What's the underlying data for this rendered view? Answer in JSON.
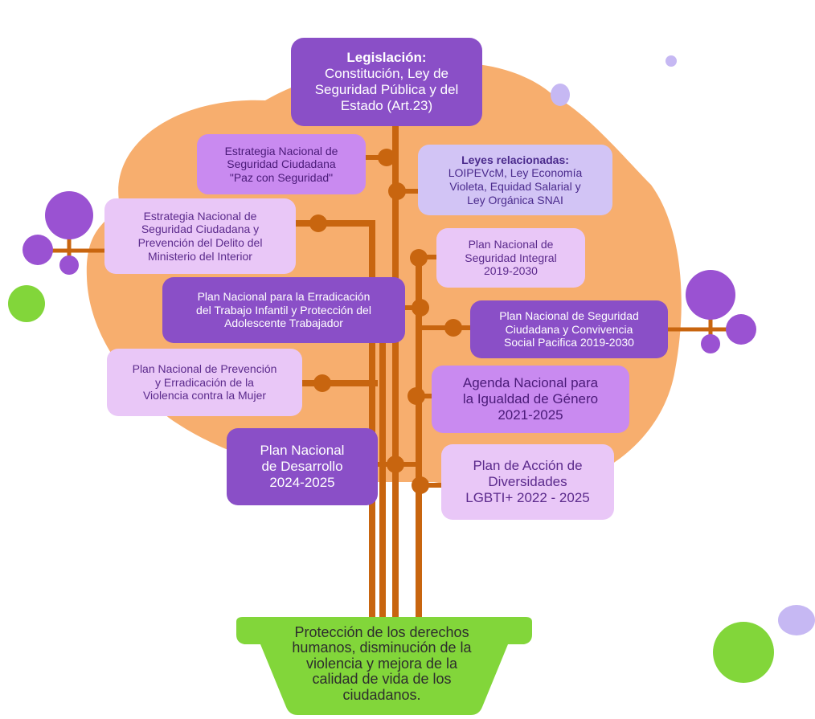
{
  "colors": {
    "blob": "#f7ae6e",
    "trunk": "#c8650f",
    "dark_purple": "#8a4fc7",
    "mid_purple": "#c98af0",
    "light_purple": "#e9c7f7",
    "lavender": "#d2c4f5",
    "green": "#82d63a",
    "pale_lavender": "#c6b8f3"
  },
  "root": {
    "title": "Legislación:",
    "lines": [
      "Constitución, Ley de",
      "Seguridad Pública y del",
      "Estado (Art.23)"
    ]
  },
  "leyes": {
    "title": "Leyes relacionadas:",
    "lines": [
      "LOIPEVcM, Ley Economía",
      "Violeta, Equidad Salarial y",
      "Ley Orgánica SNAI"
    ]
  },
  "branches": {
    "estrategia_paz": [
      "Estrategia Nacional de",
      "Seguridad Ciudadana",
      "\"Paz con Seguridad\""
    ],
    "estrategia_ministerio": [
      "Estrategia Nacional de",
      "Seguridad Ciudadana y",
      "Prevención del Delito del",
      "Ministerio del Interior"
    ],
    "plan_seguridad_integral": [
      "Plan Nacional de",
      "Seguridad Integral",
      "2019-2030"
    ],
    "plan_trabajo_infantil": [
      "Plan Nacional para la Erradicación",
      "del Trabajo Infantil y Protección del",
      "Adolescente Trabajador"
    ],
    "plan_convivencia": [
      "Plan Nacional de Seguridad",
      "Ciudadana y Convivencia",
      "Social Pacifica 2019-2030"
    ],
    "plan_violencia_mujer": [
      "Plan Nacional de Prevención",
      "y Erradicación de la",
      "Violencia contra la Mujer"
    ],
    "agenda_genero": [
      "Agenda Nacional para",
      "la Igualdad de Género",
      "2021-2025"
    ],
    "plan_desarrollo": [
      "Plan Nacional",
      "de Desarrollo",
      "2024-2025"
    ],
    "plan_diversidades": [
      "Plan de Acción de",
      "Diversidades",
      "LGBTI+ 2022 - 2025"
    ]
  },
  "pot": {
    "lines": [
      "Protección de los derechos",
      "humanos, disminución de la",
      "violencia y mejora de la",
      "calidad de vida de los",
      "ciudadanos."
    ]
  }
}
